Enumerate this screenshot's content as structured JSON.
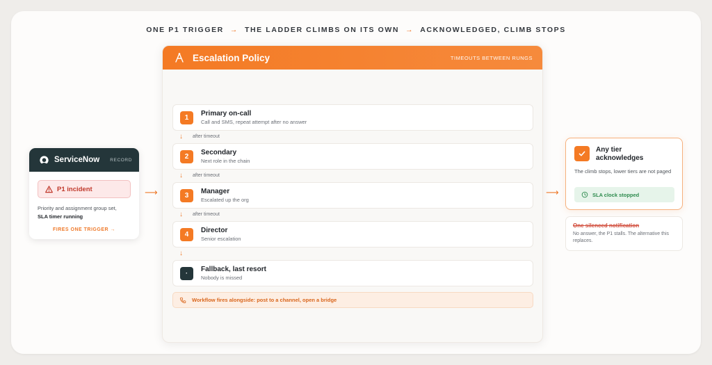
{
  "header": {
    "step1": "ONE P1 TRIGGER",
    "step2": "THE LADDER CLIMBS ON ITS OWN",
    "step3": "ACKNOWLEDGED, CLIMB STOPS",
    "separator": "→"
  },
  "servicenow": {
    "brand": "ServiceNow",
    "tag": "RECORD",
    "incident": "P1 incident",
    "description": "Priority and assignment group set,",
    "description_bold": "SLA timer running",
    "action": "FIRES ONE TRIGGER →"
  },
  "policy": {
    "title": "Escalation Policy",
    "note": "TIMEOUTS BETWEEN RUNGS",
    "rungs": [
      {
        "badge": "1",
        "name": "Primary on-call",
        "desc": "Call and SMS, repeat attempt after no answer"
      },
      {
        "badge": "2",
        "name": "Secondary",
        "desc": "Next role in the chain"
      },
      {
        "badge": "3",
        "name": "Manager",
        "desc": "Escalated up the org"
      },
      {
        "badge": "4",
        "name": "Director",
        "desc": "Senior escalation"
      },
      {
        "badge": "·",
        "name": "Fallback, last resort",
        "desc": "Nobody is missed"
      }
    ],
    "connector_label": "after timeout",
    "workflow": "Workflow fires alongside: post to a channel, open a bridge"
  },
  "acknowledge": {
    "title_line1": "Any tier",
    "title_line2": "acknowledges",
    "desc": "The climb stops, lower tiers are not paged",
    "sla": "SLA clock stopped"
  },
  "silenced": {
    "title": "One silenced notification",
    "desc": "No answer, the P1 stalls. The alternative this replaces."
  },
  "colors": {
    "accent": "#f47a24",
    "dark": "#24363a",
    "danger": "#c0392b",
    "success": "#2e8b4e"
  }
}
